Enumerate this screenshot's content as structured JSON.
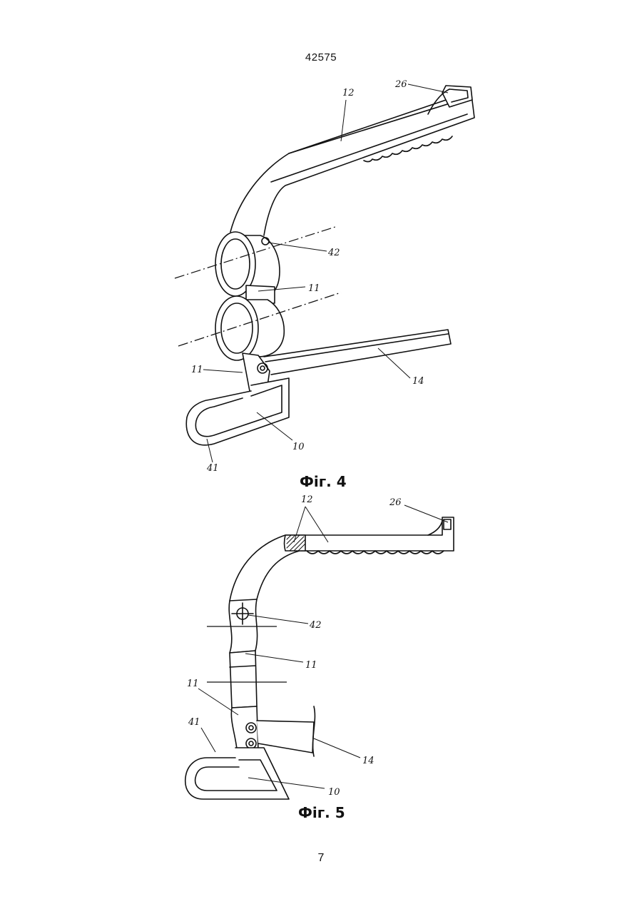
{
  "document": {
    "number": "42575",
    "page": "7"
  },
  "figures": [
    {
      "caption": "Фіг. 4",
      "labels": {
        "l12": "12",
        "l26": "26",
        "l42": "42",
        "l11a": "11",
        "l11b": "11",
        "l14": "14",
        "l10": "10",
        "l41": "41"
      }
    },
    {
      "caption": "Фіг. 5",
      "labels": {
        "l12": "12",
        "l26": "26",
        "l42": "42",
        "l11a": "11",
        "l11b": "11",
        "l41": "41",
        "l14": "14",
        "l10": "10"
      }
    }
  ]
}
